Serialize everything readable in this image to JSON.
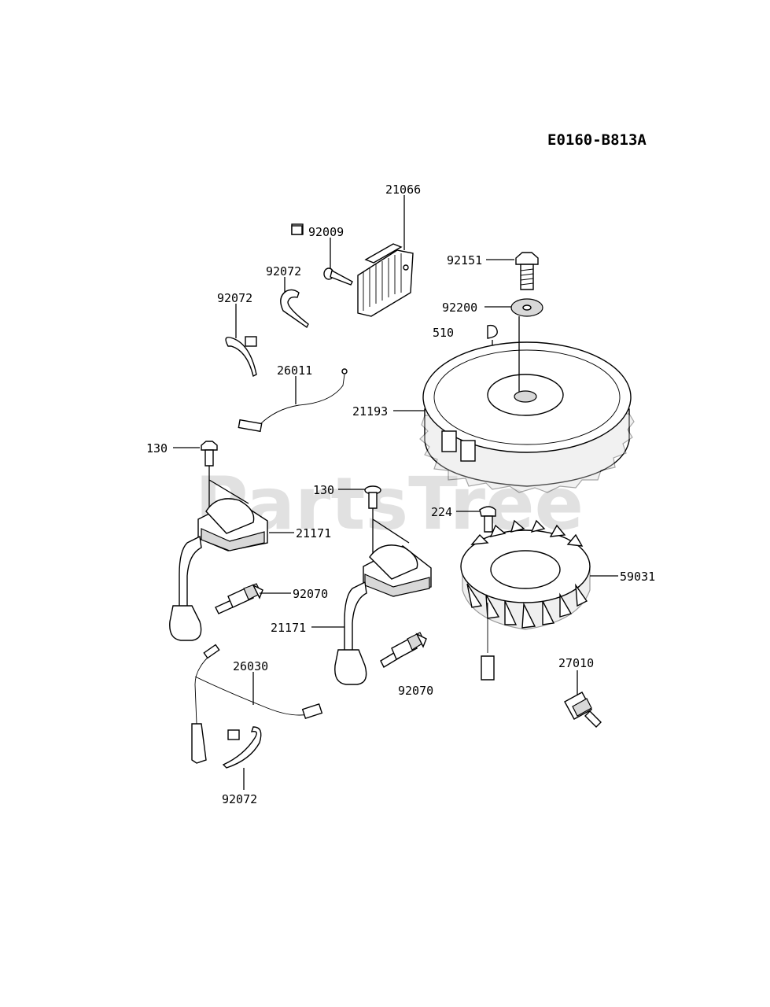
{
  "diagram": {
    "code": "E0160-B813A",
    "watermark": "PartsTree",
    "parts": {
      "p21066": "21066",
      "p92009": "92009",
      "p92072a": "92072",
      "p92072b": "92072",
      "p92151": "92151",
      "p92200": "92200",
      "p510": "510",
      "p26011": "26011",
      "p21193": "21193",
      "p130a": "130",
      "p130b": "130",
      "p21171a": "21171",
      "p224": "224",
      "p92070a": "92070",
      "p59031": "59031",
      "p21171b": "21171",
      "p26030": "26030",
      "p27010": "27010",
      "p92070b": "92070",
      "p92072c": "92072"
    }
  }
}
